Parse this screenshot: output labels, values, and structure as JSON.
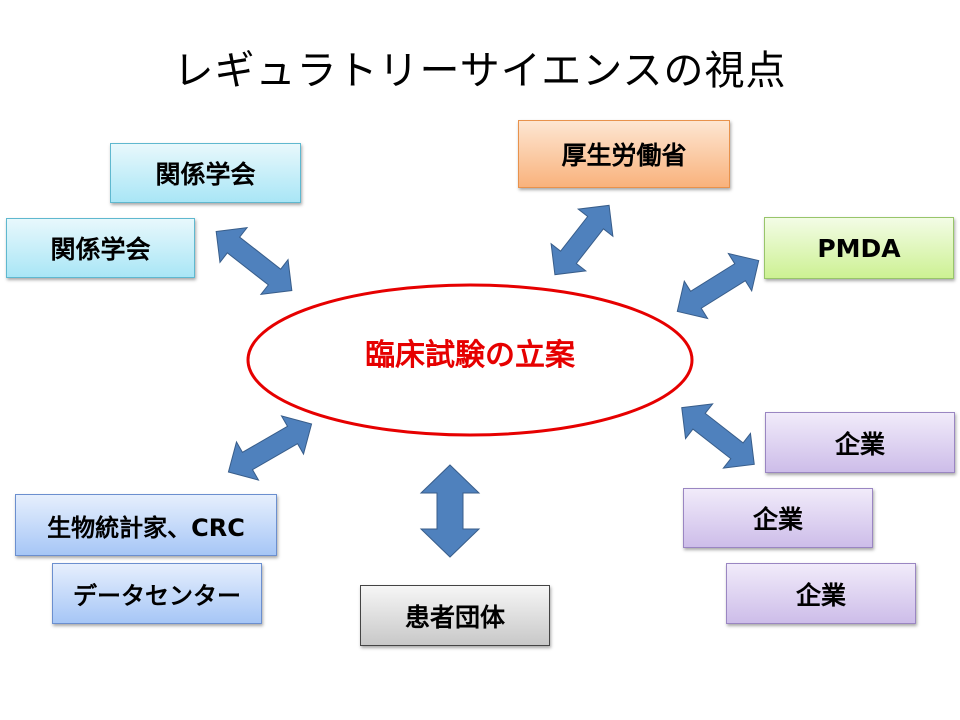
{
  "title": "レギュラトリーサイエンスの視点",
  "center": {
    "label": "臨床試験の立案",
    "outline_color": "#e60000"
  },
  "boxes": {
    "society_1": "関係学会",
    "society_2": "関係学会",
    "mhlw": "厚生労働省",
    "pmda": "PMDA",
    "company_1": "企業",
    "company_2": "企業",
    "company_3": "企業",
    "biostat": "生物統計家、CRC",
    "datacenter": "データセンター",
    "patients": "患者団体"
  },
  "colors": {
    "arrow_fill": "#4f81bd",
    "arrow_stroke": "#385d8a"
  }
}
